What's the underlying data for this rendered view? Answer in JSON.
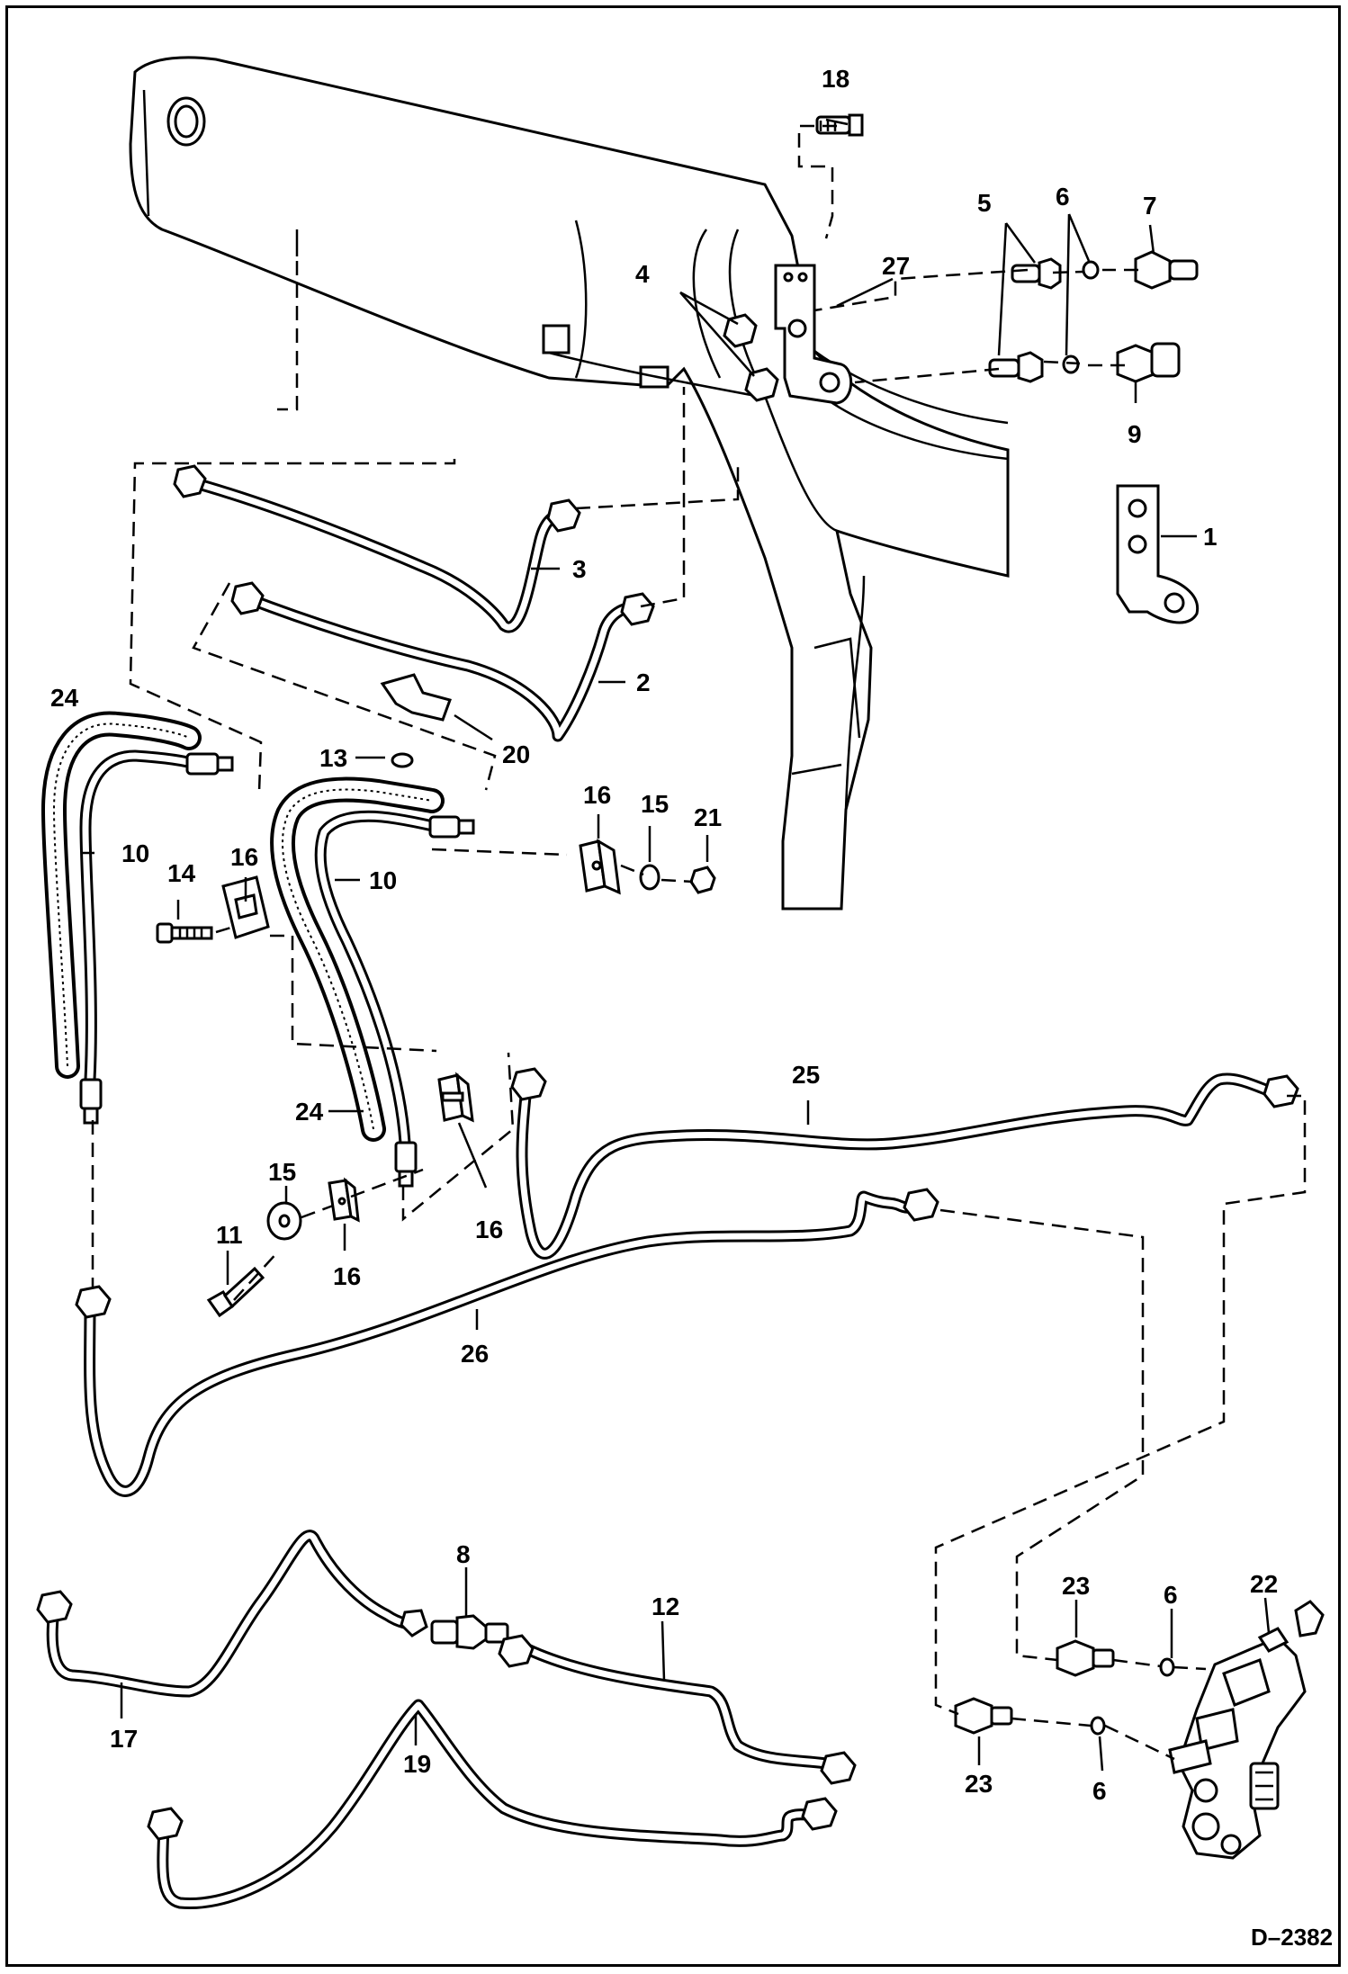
{
  "diagram_id": "D–2382",
  "callouts": {
    "c1": "1",
    "c2": "2",
    "c3": "3",
    "c4": "4",
    "c5": "5",
    "c6a": "6",
    "c6b": "6",
    "c6c": "6",
    "c7": "7",
    "c8": "8",
    "c9": "9",
    "c10a": "10",
    "c10b": "10",
    "c11": "11",
    "c12": "12",
    "c13": "13",
    "c14": "14",
    "c15a": "15",
    "c15b": "15",
    "c16a": "16",
    "c16b": "16",
    "c16c": "16",
    "c16d": "16",
    "c17": "17",
    "c18": "18",
    "c19": "19",
    "c20": "20",
    "c21": "21",
    "c22": "22",
    "c23a": "23",
    "c23b": "23",
    "c24a": "24",
    "c24b": "24",
    "c25": "25",
    "c26": "26",
    "c27": "27"
  }
}
